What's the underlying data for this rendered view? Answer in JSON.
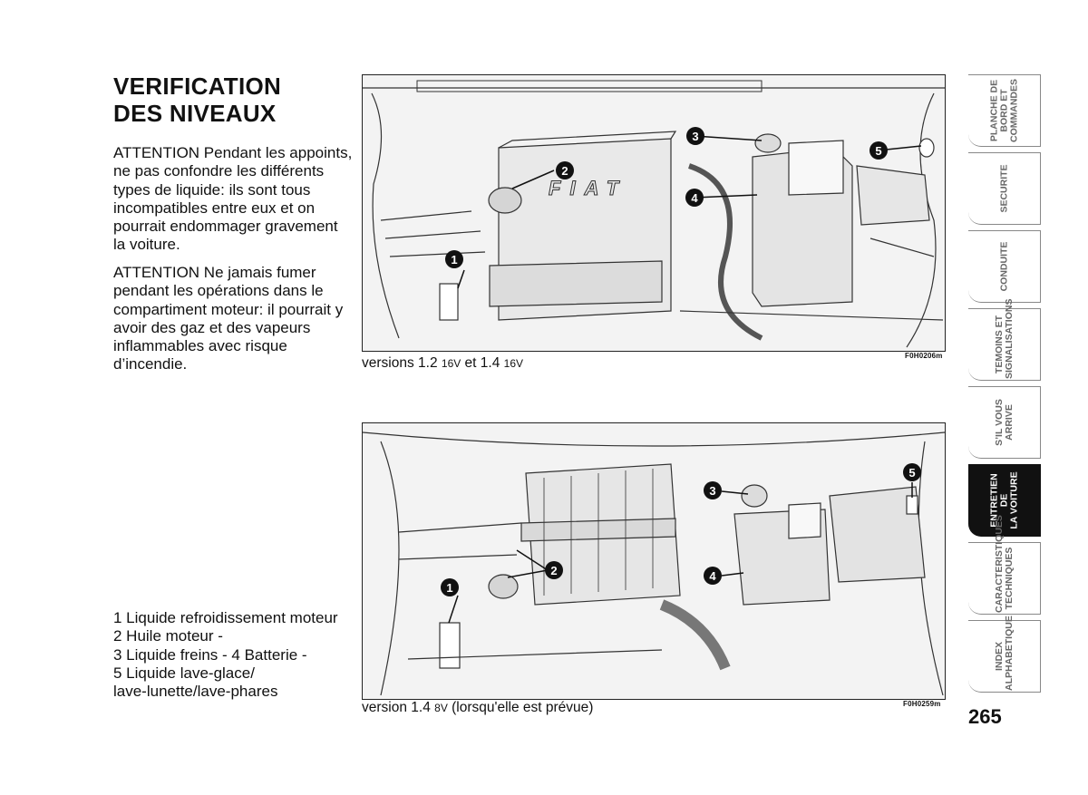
{
  "heading": {
    "line1": "VERIFICATION",
    "line2": "DES NIVEAUX"
  },
  "warnings": [
    "ATTENTION Pendant les appoints, ne pas confondre les différents types de liquide: ils sont tous incompatibles entre eux et on pourrait endommager gravement la voiture.",
    "ATTENTION Ne jamais fumer pendant les opérations dans le compartiment moteur: il pourrait y avoir des gaz et des vapeurs inflammables avec risque d’incendie."
  ],
  "figures": [
    {
      "caption_main": "versions 1.2 ",
      "caption_v1": "16V",
      "caption_mid": " et 1.4 ",
      "caption_v2": "16V",
      "code": "F0H0206m",
      "brand_text": "FIAT",
      "callouts": [
        "1",
        "2",
        "3",
        "4",
        "5"
      ]
    },
    {
      "caption_main": "version 1.4 ",
      "caption_v1": "8V",
      "caption_rest": " (lorsqu'elle est prévue)",
      "code": "F0H0259m",
      "callouts": [
        "1",
        "2",
        "3",
        "4",
        "5"
      ]
    }
  ],
  "legend": [
    "1 Liquide refroidissement moteur",
    "2 Huile moteur -",
    "3 Liquide freins - 4 Batterie -",
    "5 Liquide lave-glace/",
    "lave-lunette/lave-phares"
  ],
  "tabs": [
    {
      "label": "PLANCHE DE\nBORD ET\nCOMMANDES",
      "active": false
    },
    {
      "label": "SECURITE",
      "active": false
    },
    {
      "label": "CONDUITE",
      "active": false
    },
    {
      "label": "TEMOINS ET\nSIGNALISATIONS",
      "active": false
    },
    {
      "label": "S’IL VOUS\nARRIVE",
      "active": false
    },
    {
      "label": "ENTRETIEN DE\nLA VOITURE",
      "active": true
    },
    {
      "label": "CARACTERISTIQUES\nTECHNIQUES",
      "active": false
    },
    {
      "label": "INDEX\nALPHABETIQUE",
      "active": false
    }
  ],
  "page_number": "265"
}
